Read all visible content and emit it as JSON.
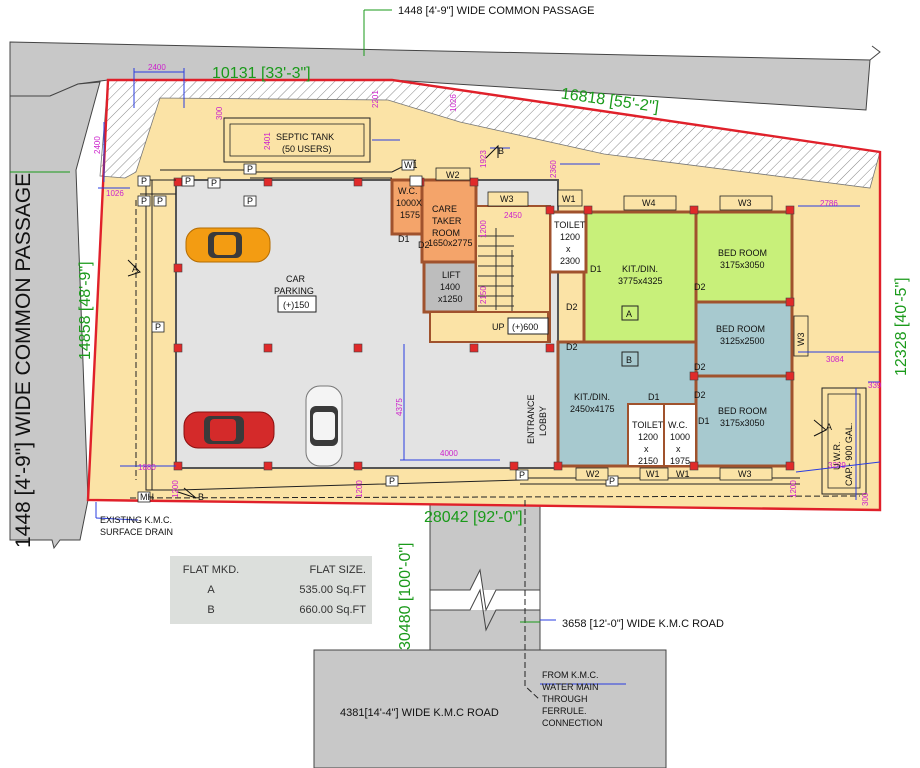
{
  "passages": {
    "top": "1448 [4'-9\"] WIDE COMMON PASSAGE",
    "left": "1448 [4'-9\"] WIDE COMMON PASSAGE",
    "road_mid": "3658 [12'-0\"] WIDE K.M.C ROAD",
    "road_bottom": "4381[14'-4\"] WIDE K.M.C ROAD"
  },
  "boundary_dims": {
    "top_left": "10131 [33'-3\"]",
    "top_right": "16818 [55'-2\"]",
    "left": "14858 [48'-9\"]",
    "right": "12328 [40'-5\"]",
    "bottom": "28042 [92'-0\"]",
    "road": "30480 [100'-0\"]"
  },
  "small_dims": [
    "2400",
    "2400",
    "300",
    "2401",
    "2201",
    "1026",
    "1923",
    "2360",
    "1026",
    "2450",
    "2786",
    "3084",
    "339",
    "3289",
    "1880",
    "1200",
    "4000",
    "4375",
    "1200",
    "1200",
    "300",
    "2150",
    "1200"
  ],
  "rooms": {
    "septic": [
      "SEPTIC TANK",
      "(50 USERS)"
    ],
    "car_parking": [
      "CAR",
      "PARKING"
    ],
    "car_level": "(+)150",
    "wc": [
      "W.C.",
      "1000X",
      "1575"
    ],
    "caretaker": [
      "CARE",
      "TAKER",
      "ROOM",
      "1650x2775"
    ],
    "lift": [
      "LIFT",
      "1400",
      "x1250"
    ],
    "up": "UP",
    "floor_level": "(+)600",
    "entrance": [
      "ENTRANCE",
      "LOBBY"
    ],
    "toilet_a": [
      "TOILET",
      "1200",
      "x",
      "2300"
    ],
    "kit_a": [
      "KIT./DIN.",
      "3775x4325"
    ],
    "bed_a": [
      "BED ROOM",
      "3175x3050"
    ],
    "bed_b1": [
      "BED ROOM",
      "3125x2500"
    ],
    "kit_b": [
      "KIT./DIN.",
      "2450x4175"
    ],
    "toilet_b": [
      "TOILET",
      "1200",
      "x",
      "2150"
    ],
    "wc_b": [
      "W.C.",
      "1000",
      "x",
      "1975"
    ],
    "bed_b2": [
      "BED ROOM",
      "3175x3050"
    ],
    "uwr": [
      "U.W.R.",
      "CAP.- 900 GAL."
    ]
  },
  "flat_marks": {
    "a": "A",
    "b": "B"
  },
  "openings": {
    "w1": "W1",
    "w2": "W2",
    "w3": "W3",
    "w4": "W4",
    "d1": "D1",
    "d2": "D2"
  },
  "markers": {
    "p": "P",
    "mh": "MH",
    "section_a": "A",
    "section_b": "B"
  },
  "drain": [
    "EXISTING K.M.C.",
    "SURFACE DRAIN"
  ],
  "water_main": [
    "FROM K.M.C.",
    "WATER MAIN",
    "THROUGH",
    "FERRULE.",
    "CONNECTION"
  ],
  "flat_table": {
    "header": [
      "FLAT MKD.",
      "FLAT SIZE."
    ],
    "rows": [
      {
        "flat": "A",
        "size": "535.00 Sq.FT"
      },
      {
        "flat": "B",
        "size": "660.00 Sq.FT"
      }
    ]
  },
  "colors": {
    "plot_fill": "#fbe3a6",
    "passage": "#c8c8c8",
    "boundary": "#e0202a",
    "flat_a": "#c8f07a",
    "flat_b": "#a7c9cf",
    "caretaker": "#f4a46a",
    "parking": "#e3e3e3",
    "dim_green": "#1a9a1a",
    "dim_magenta": "#cc22cc"
  }
}
